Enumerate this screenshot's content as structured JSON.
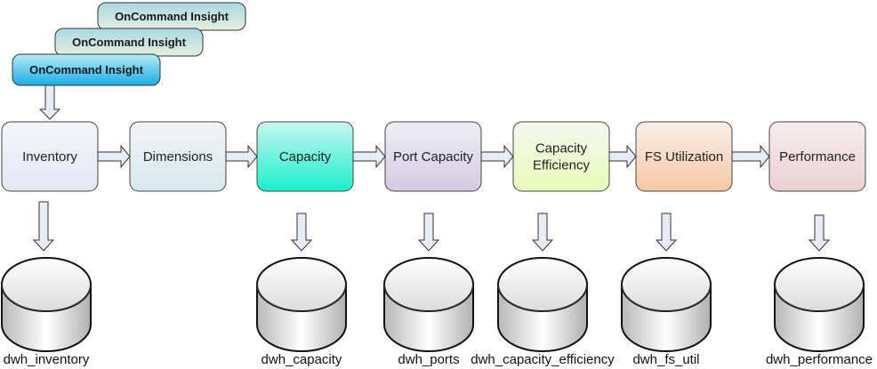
{
  "diagram": {
    "title": "",
    "sources": [
      {
        "label": "OnCommand Insight"
      },
      {
        "label": "OnCommand Insight"
      },
      {
        "label": "OnCommand Insight"
      }
    ],
    "steps": [
      {
        "id": "inventory",
        "label": "Inventory",
        "color_top": "#f4f5fa",
        "color_bottom": "#e4e8f4"
      },
      {
        "id": "dimensions",
        "label": "Dimensions",
        "color_top": "#f2f4f5",
        "color_bottom": "#d6e8ee"
      },
      {
        "id": "capacity",
        "label": "Capacity",
        "color_top": "#c8f6ee",
        "color_bottom": "#19f0cc"
      },
      {
        "id": "port-capacity",
        "label": "Port Capacity",
        "color_top": "#eeeef6",
        "color_bottom": "#d2cce2"
      },
      {
        "id": "capacity-efficiency",
        "label": "Capacity\nEfficiency",
        "color_top": "#f6f8f0",
        "color_bottom": "#e6fcb8"
      },
      {
        "id": "fs-utilization",
        "label": "FS Utilization",
        "color_top": "#f8efea",
        "color_bottom": "#f9c8a4"
      },
      {
        "id": "performance",
        "label": "Performance",
        "color_top": "#f6eeee",
        "color_bottom": "#ecd0d2"
      }
    ],
    "databases": [
      {
        "step": "inventory",
        "label": "dwh_inventory"
      },
      {
        "step": "capacity",
        "label": "dwh_capacity"
      },
      {
        "step": "port-capacity",
        "label": "dwh_ports"
      },
      {
        "step": "capacity-efficiency",
        "label": "dwh_capacity_efficiency"
      },
      {
        "step": "fs-utilization",
        "label": "dwh_fs_util"
      },
      {
        "step": "performance",
        "label": "dwh_performance"
      }
    ],
    "colors": {
      "arrow_fill": "#e8ecf6",
      "stroke": "#333333",
      "source_front_top": "#a8e4f4",
      "source_front_bottom": "#1ab0e4",
      "source_back_top": "#b0dde6",
      "source_back_bottom": "#e0eedc"
    }
  }
}
